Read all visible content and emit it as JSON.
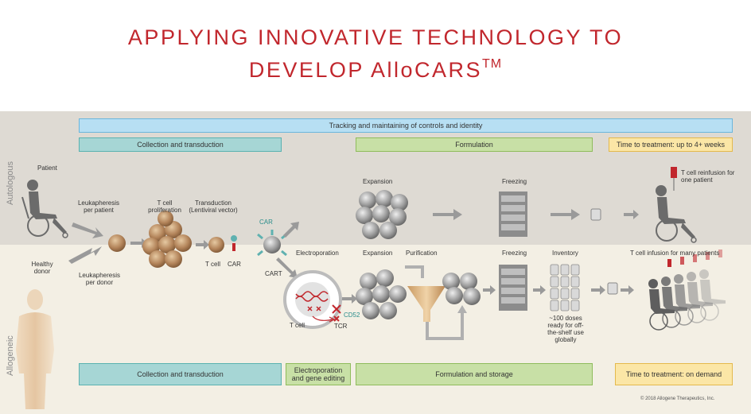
{
  "title": {
    "line1": "APPLYING INNOVATIVE TECHNOLOGY TO",
    "line2": "DEVELOP AlloCARS",
    "trademark": "TM"
  },
  "side_labels": {
    "top": "Autologous",
    "bottom": "Allogeneic"
  },
  "bars": {
    "tracking": "Tracking and maintaining of controls and identity",
    "collection_top": "Collection and transduction",
    "formulation_top": "Formulation",
    "time_top": "Time to treatment: up to 4+ weeks",
    "collection_bottom": "Collection and transduction",
    "electroporation_bottom": "Electroporation and gene editing",
    "formulation_bottom": "Formulation and storage",
    "time_bottom": "Time to treatment: on demand"
  },
  "labels": {
    "patient": "Patient",
    "healthy_donor": "Healthy donor",
    "leuka_patient": "Leukapheresis per patient",
    "leuka_donor": "Leukapheresis per donor",
    "tcell_prolif": "T cell proliferation",
    "transduction": "Transduction (Lentiviral vector)",
    "tcell": "T cell",
    "car": "CAR",
    "car_top": "CAR",
    "cart": "CART",
    "expansion_top": "Expansion",
    "freezing_top": "Freezing",
    "reinfusion": "T cell reinfusion for one patient",
    "electroporation": "Electroporation",
    "expansion_bottom": "Expansion",
    "purification": "Purification",
    "freezing_bottom": "Freezing",
    "inventory": "Inventory",
    "infusion_many": "T cell infusion for many patients",
    "tcell_bottom": "T cell",
    "cd52": "CD52",
    "tcr": "TCR",
    "doses": "~100 doses ready for off-the-shelf use globally"
  },
  "copyright": "© 2018 Allogene Therapeutics, Inc.",
  "colors": {
    "title": "#c1272d",
    "blue": "#b7dff3",
    "teal": "#a6d6d5",
    "green": "#c8e0a6",
    "yellow": "#fbe6a6",
    "cell": "#a67c52"
  }
}
